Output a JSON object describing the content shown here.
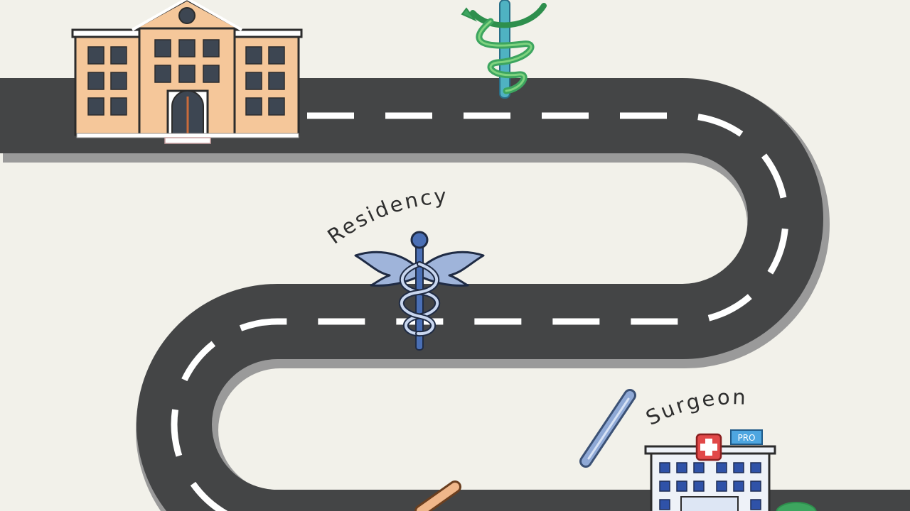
{
  "labels": {
    "residency": "Residency",
    "surgeon": "Surgeon"
  },
  "hospital_sign": "PRO",
  "colors": {
    "background": "#f2f1ea",
    "road": "#444546",
    "lane_marking": "#ffffff",
    "school_building": "#f5c79a",
    "green_symbol": "#3da55f",
    "caduceus": "#9fb4da",
    "hospital_window": "#2f52a8",
    "hospital_cross": "#e14848"
  },
  "icons": [
    "school-building",
    "rod-of-asclepius",
    "caduceus",
    "scalpel",
    "hospital-building",
    "tongue-depressor"
  ]
}
